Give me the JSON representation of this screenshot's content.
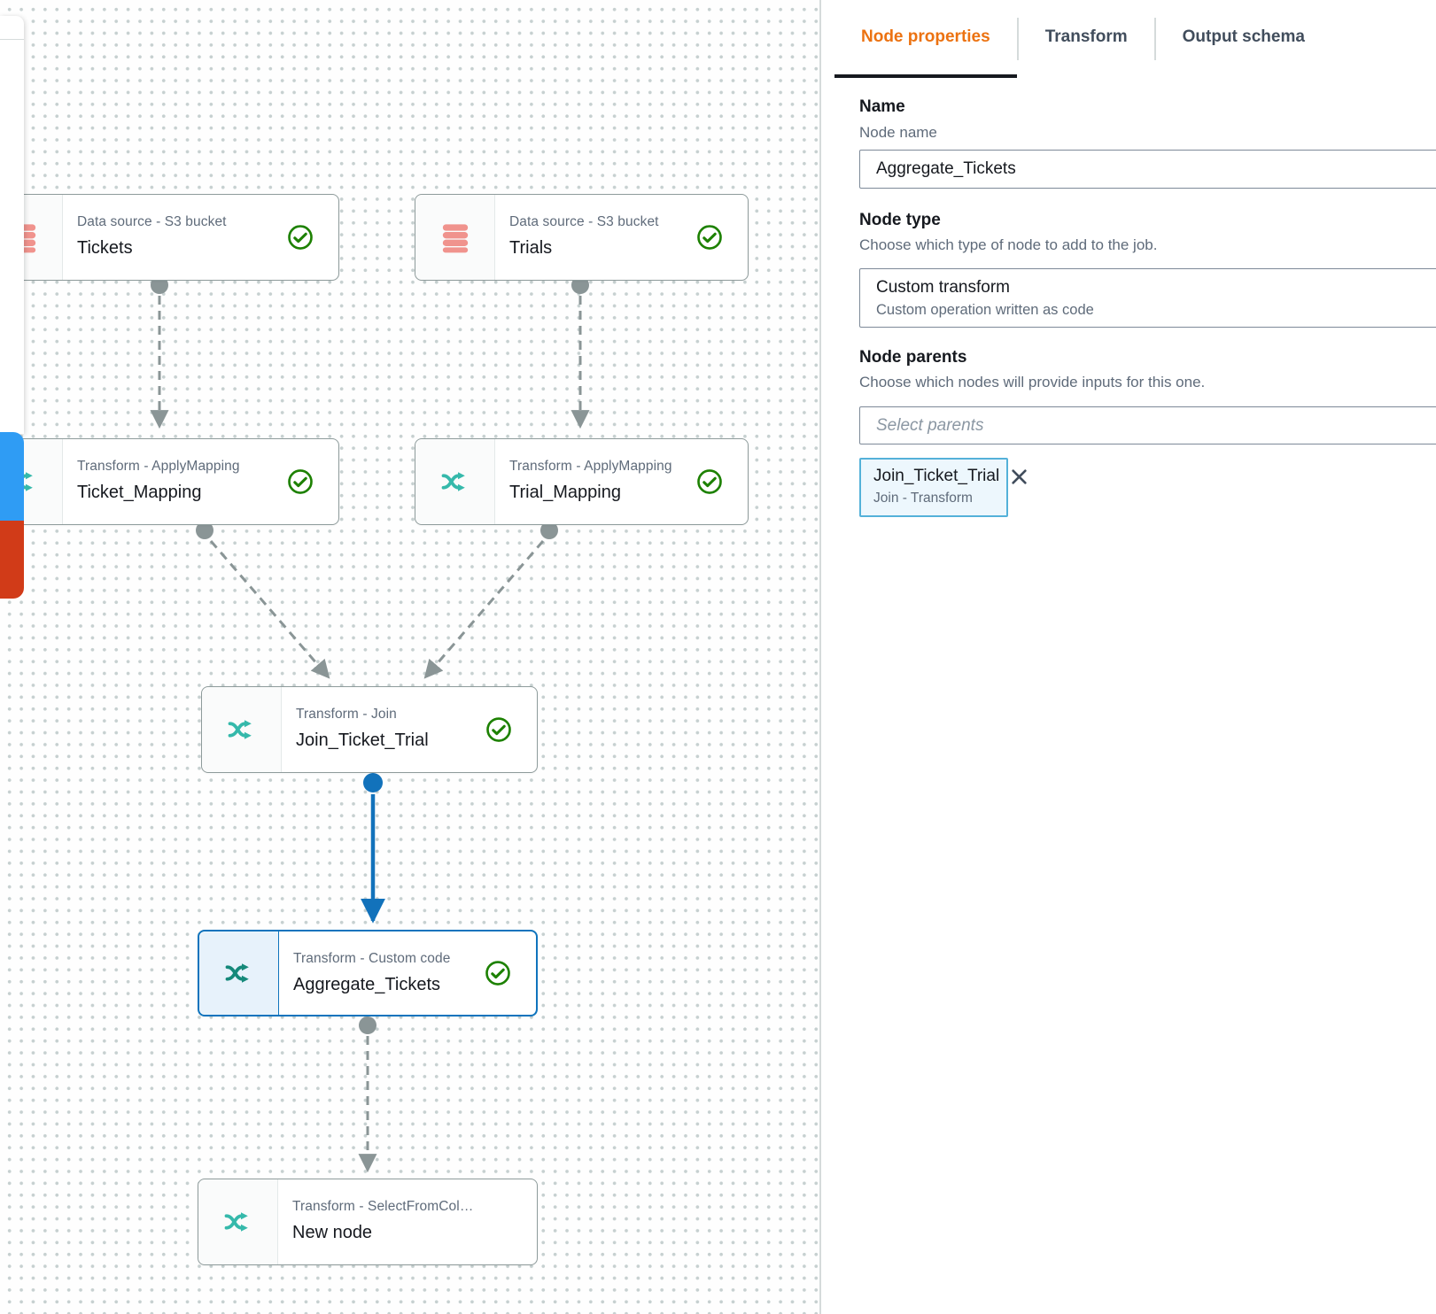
{
  "colors": {
    "accent_orange": "#ec7211",
    "selected_blue": "#0f74bd",
    "transform_teal": "#35b9ab",
    "transform_teal_selected": "#15897a",
    "datasource_pink": "#f0938d",
    "status_green": "#1d8102",
    "edge_gray": "#8a9596",
    "legend_blue": "#2f9cf4",
    "legend_red": "#d13b18"
  },
  "canvas": {
    "nodes": [
      {
        "id": "tickets",
        "type_label": "Data source - S3 bucket",
        "name": "Tickets",
        "icon": "database",
        "status": "ok"
      },
      {
        "id": "trials",
        "type_label": "Data source - S3 bucket",
        "name": "Trials",
        "icon": "database",
        "status": "ok"
      },
      {
        "id": "ticket-mapping",
        "type_label": "Transform - ApplyMapping",
        "name": "Ticket_Mapping",
        "icon": "shuffle",
        "status": "ok"
      },
      {
        "id": "trial-mapping",
        "type_label": "Transform - ApplyMapping",
        "name": "Trial_Mapping",
        "icon": "shuffle",
        "status": "ok"
      },
      {
        "id": "join",
        "type_label": "Transform - Join",
        "name": "Join_Ticket_Trial",
        "icon": "shuffle",
        "status": "ok"
      },
      {
        "id": "aggregate",
        "type_label": "Transform - Custom code",
        "name": "Aggregate_Tickets",
        "icon": "shuffle",
        "status": "ok",
        "selected": true
      },
      {
        "id": "new-node",
        "type_label": "Transform - SelectFromCol…",
        "name": "New node",
        "icon": "shuffle",
        "status": "none"
      }
    ],
    "edges": [
      {
        "from": "tickets",
        "to": "ticket-mapping",
        "style": "dashed"
      },
      {
        "from": "trials",
        "to": "trial-mapping",
        "style": "dashed"
      },
      {
        "from": "ticket-mapping",
        "to": "join",
        "style": "dashed"
      },
      {
        "from": "trial-mapping",
        "to": "join",
        "style": "dashed"
      },
      {
        "from": "join",
        "to": "aggregate",
        "style": "solid-blue"
      },
      {
        "from": "aggregate",
        "to": "new-node",
        "style": "dashed"
      }
    ]
  },
  "panel": {
    "tabs": [
      {
        "label": "Node properties",
        "active": true
      },
      {
        "label": "Transform",
        "active": false
      },
      {
        "label": "Output schema",
        "active": false
      }
    ],
    "name_section": {
      "heading": "Name",
      "label": "Node name",
      "value": "Aggregate_Tickets"
    },
    "node_type_section": {
      "heading": "Node type",
      "description": "Choose which type of node to add to the job.",
      "value": "Custom transform",
      "value_description": "Custom operation written as code"
    },
    "node_parents_section": {
      "heading": "Node parents",
      "description": "Choose which nodes will provide inputs for this one.",
      "placeholder": "Select parents",
      "selected_parent": {
        "name": "Join_Ticket_Trial",
        "type": "Join - Transform"
      }
    }
  }
}
